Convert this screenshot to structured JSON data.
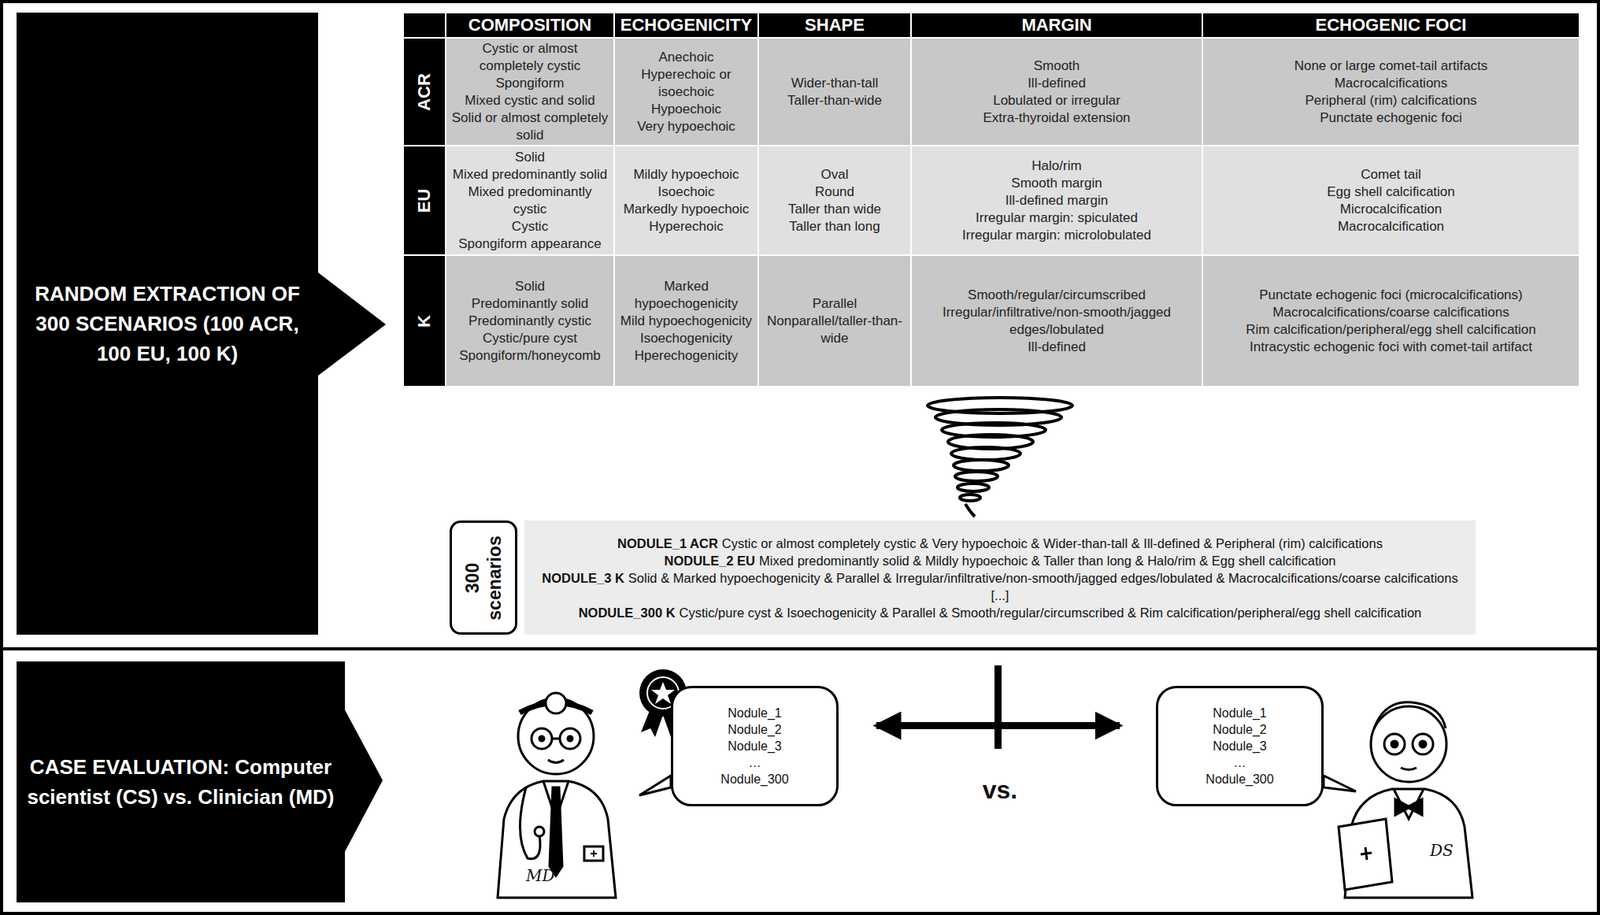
{
  "diagram": {
    "nodes": [
      {
        "text": [
          "RANDOM EXTRACTION OF 300 SCENARIOS (100 ACR, 100 EU, 100 K)"
        ]
      },
      {
        "text": [
          "300 scenarios"
        ]
      },
      {
        "text": [
          "CASE EVALUATION: Computer scientist (CS) vs. Clinician (MD)"
        ]
      },
      {
        "text": [
          "Nodule_1",
          "Nodule_2",
          "Nodule_3",
          "…",
          "Nodule_300"
        ]
      },
      {
        "text": [
          "Nodule_1",
          "Nodule_2",
          "Nodule_3",
          "…",
          "Nodule_300"
        ]
      }
    ],
    "edges": [
      {
        "from": 3,
        "to": 4,
        "arrow": "both"
      }
    ],
    "labels": [
      "COMPOSITION",
      "ECHOGENICITY",
      "SHAPE",
      "MARGIN",
      "ECHOGENIC FOCI",
      "ACR",
      "Cystic or almost completely cystic",
      "Spongiform",
      "Mixed cystic and solid",
      "Solid or almost completely solid",
      "Anechoic",
      "Hyperechoic or isoechoic",
      "Hypoechoic",
      "Very hypoechoic",
      "Wider-than-tall",
      "Taller-than-wide",
      "Smooth",
      "Ill-defined",
      "Lobulated or irregular",
      "Extra-thyroidal extension",
      "None or large comet-tail artifacts",
      "Macrocalcifications",
      "Peripheral (rim) calcifications",
      "Punctate echogenic foci",
      "EU",
      "Solid",
      "Mixed predominantly solid",
      "Mixed predominantly cystic",
      "Cystic",
      "Spongiform appearance",
      "Mildly hypoechoic",
      "Isoechoic",
      "Markedly hypoechoic",
      "Hyperechoic",
      "Oval",
      "Round",
      "Taller than wide",
      "Taller than long",
      "Halo/rim",
      "Smooth margin",
      "Ill-defined margin",
      "Irregular margin: spiculated",
      "Irregular margin: microlobulated",
      "Comet tail",
      "Egg shell calcification",
      "Microcalcification",
      "Macrocalcification",
      "K",
      "Solid",
      "Predominantly solid",
      "Predominantly cystic",
      "Cystic/pure cyst",
      "Spongiform/honeycomb",
      "Marked hypoechogenicity",
      "Mild hypoechogenicity",
      "Isoechogenicity",
      "Hperechogenicity",
      "Parallel",
      "Nonparallel/taller-than-wide",
      "Smooth/regular/circumscribed",
      "Irregular/infiltrative/non-smooth/jagged edges/lobulated",
      "Ill-defined",
      "Punctate echogenic foci (microcalcifications)",
      "Macrocalcifications/coarse calcifications",
      "Rim calcification/peripheral/egg shell calcification",
      "Intracystic echogenic foci with comet-tail artifact",
      "NODULE_1 ACR",
      "Cystic or almost completely cystic & Very hypoechoic & Wider-than-tall & Ill-defined & Peripheral (rim) calcifications",
      "NODULE_2 EU",
      "Mixed predominantly solid & Mildly hypoechoic & Taller than long & Halo/rim & Egg shell calcification",
      "NODULE_3 K",
      "Solid & Marked hypoechogenicity & Parallel & Irregular/infiltrative/non-smooth/jagged edges/lobulated & Macrocalcifications/coarse calcifications",
      "[...]",
      "NODULE_300 K",
      "Cystic/pure cyst & Isoechogenicity & Parallel & Smooth/regular/circumscribed & Rim calcification/peripheral/egg shell calcification",
      "vs.",
      "MD",
      "DS"
    ]
  }
}
